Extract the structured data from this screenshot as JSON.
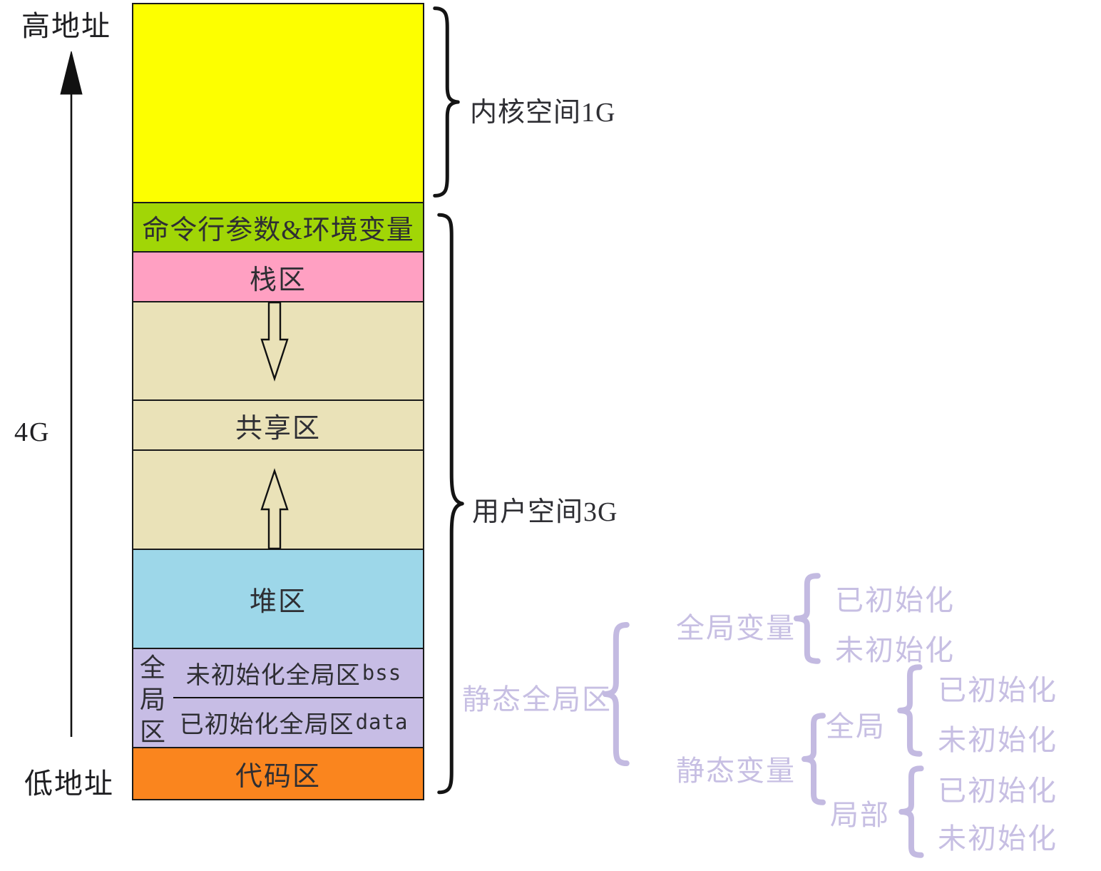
{
  "memory_map": {
    "side": {
      "high": "高地址",
      "size": "4G",
      "low": "低地址"
    },
    "braces": {
      "kernel": "内核空间1G",
      "user": "用户空间3G"
    },
    "segments": {
      "kernel": {
        "label": "",
        "color": "#fdff00"
      },
      "cmdline": {
        "label": "命令行参数&环境变量",
        "color": "#a1d606"
      },
      "stack": {
        "label": "栈区",
        "color": "#ffa0c2"
      },
      "stack_growth": {
        "label": "",
        "color": "#eae2b8",
        "arrow": "down"
      },
      "shared": {
        "label": "共享区",
        "color": "#eae2b8"
      },
      "heap_growth": {
        "label": "",
        "color": "#eae2b8",
        "arrow": "up"
      },
      "heap": {
        "label": "堆区",
        "color": "#9dd7e9"
      },
      "globals": {
        "side_label": "全局区",
        "color": "#c7bde5",
        "rows": [
          {
            "label": "未初始化全局区",
            "suffix": "bss"
          },
          {
            "label": "已初始化全局区",
            "suffix": "data"
          }
        ]
      },
      "code": {
        "label": "代码区",
        "color": "#fa851e"
      }
    },
    "border_color": "#1a1a1a"
  },
  "static_tree": {
    "text_color": "#c7bfe3",
    "root": "静态全局区",
    "global_vars": {
      "label": "全局变量",
      "children": [
        "已初始化",
        "未初始化"
      ]
    },
    "static_vars": {
      "label": "静态变量",
      "global": {
        "label": "全局",
        "children": [
          "已初始化",
          "未初始化"
        ]
      },
      "local": {
        "label": "局部",
        "children": [
          "已初始化",
          "未初始化"
        ]
      }
    }
  }
}
